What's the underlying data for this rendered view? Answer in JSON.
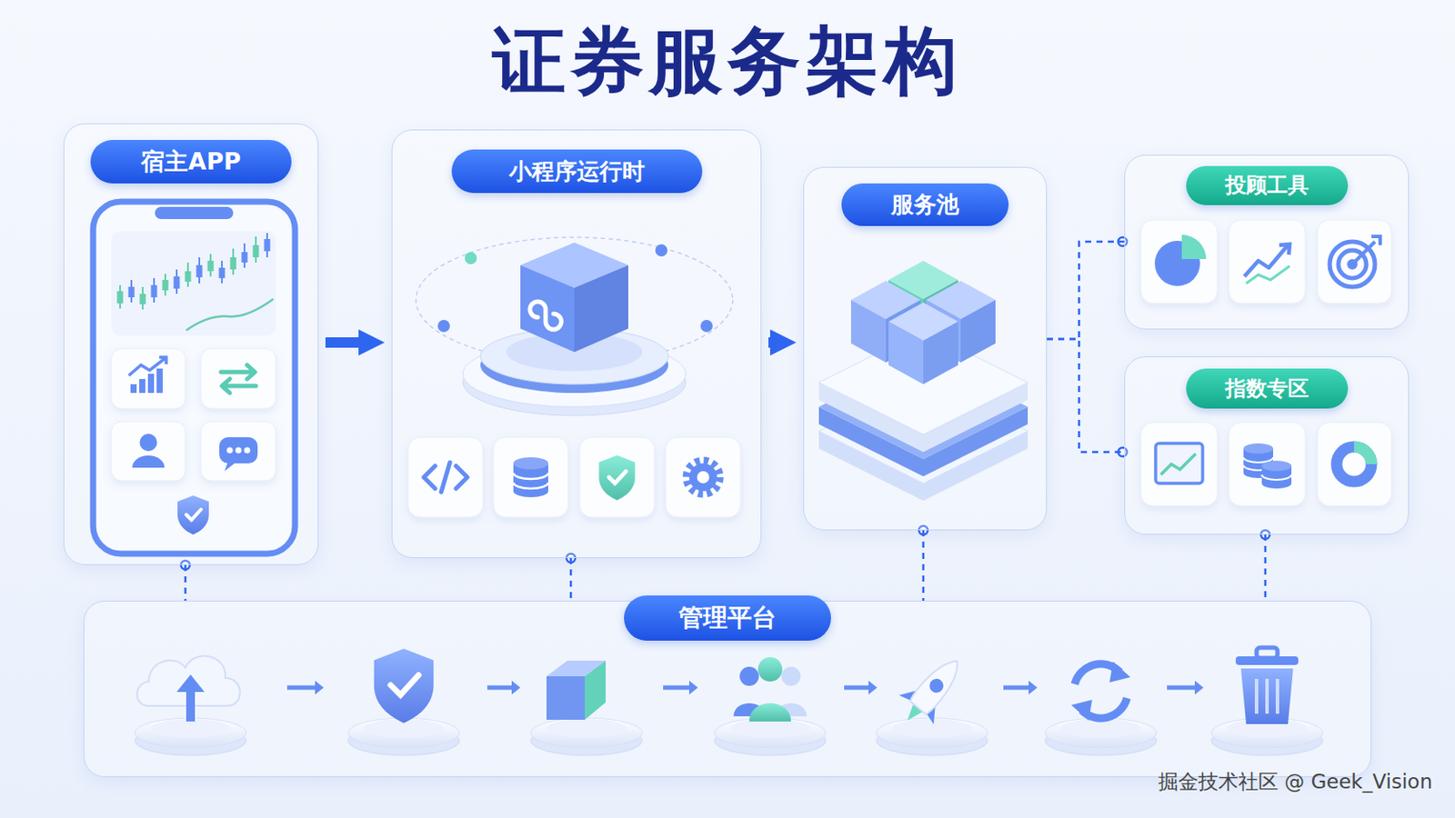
{
  "diagram": {
    "title": "证券服务架构",
    "nodes": [
      {
        "text": [
          "宿主APP"
        ]
      },
      {
        "text": [
          "小程序运行时"
        ]
      },
      {
        "text": [
          "服务池"
        ]
      },
      {
        "text": [
          "投顾工具"
        ]
      },
      {
        "text": [
          "指数专区"
        ]
      },
      {
        "text": [
          "管理平台"
        ]
      }
    ],
    "edges": [
      {
        "from": 0,
        "to": 1,
        "arrow": "to"
      },
      {
        "from": 1,
        "to": 2,
        "arrow": "to"
      },
      {
        "from": 2,
        "to": 3,
        "arrow": "none"
      },
      {
        "from": 2,
        "to": 4,
        "arrow": "none"
      },
      {
        "from": 0,
        "to": 5,
        "arrow": "none"
      },
      {
        "from": 1,
        "to": 5,
        "arrow": "none"
      },
      {
        "from": 2,
        "to": 5,
        "arrow": "none"
      },
      {
        "from": 4,
        "to": 5,
        "arrow": "none"
      }
    ],
    "labels": [
      "掘金技术社区 @ Geek_Vision"
    ]
  }
}
